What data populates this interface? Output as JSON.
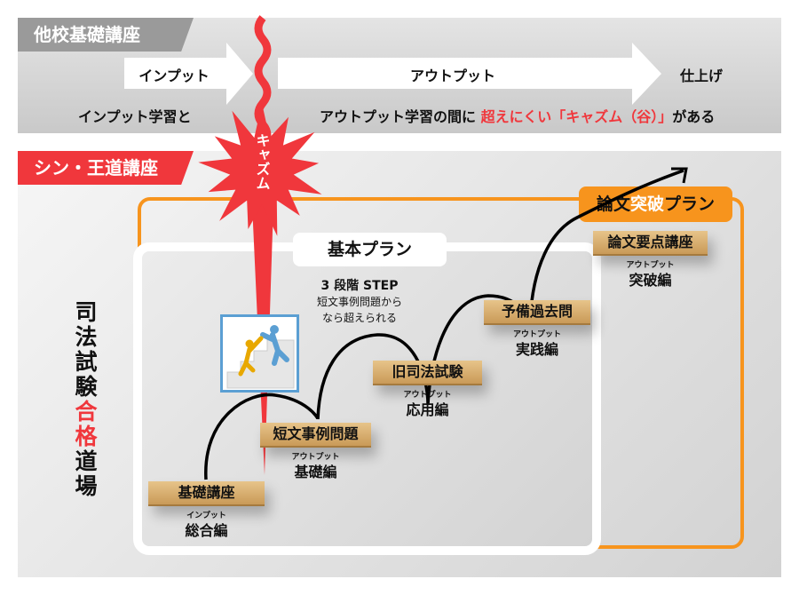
{
  "top_section": {
    "label": "他校基礎講座",
    "arrows": [
      "インプット",
      "アウトプット"
    ],
    "finish": "仕上げ",
    "statement": {
      "part1": "インプット学習と",
      "part2": "アウトプット学習の間に",
      "highlight": "超えにくい「キャズム（谷）」",
      "part3": "がある"
    }
  },
  "chasm": {
    "label": "キャズム"
  },
  "bottom_section": {
    "label": "シン・王道講座",
    "vertical_title": {
      "part1": "司法試験",
      "highlight": "合格",
      "part2": "道場"
    },
    "basic_plan_label": "基本プラン",
    "advanced_plan": {
      "part1": "論文",
      "highlight": "突破",
      "part2": "プラン"
    },
    "step_note": {
      "title": "3 段階 STEP",
      "line1": "短文事例問題から",
      "line2": "なら超えられる"
    },
    "steps": [
      {
        "name": "基礎講座",
        "type": "インプット",
        "level": "総合編"
      },
      {
        "name": "短文事例問題",
        "type": "アウトプット",
        "level": "基礎編"
      },
      {
        "name": "旧司法試験",
        "type": "アウトプット",
        "level": "応用編"
      },
      {
        "name": "予備過去問",
        "type": "アウトプット",
        "level": "実践編"
      },
      {
        "name": "論文要点講座",
        "type": "アウトプット",
        "level": "突破編"
      }
    ]
  },
  "colors": {
    "red": "#f0373c",
    "orange": "#f7941d",
    "gray": "#9a9a9a",
    "picture_border": "#5b9fd3"
  }
}
